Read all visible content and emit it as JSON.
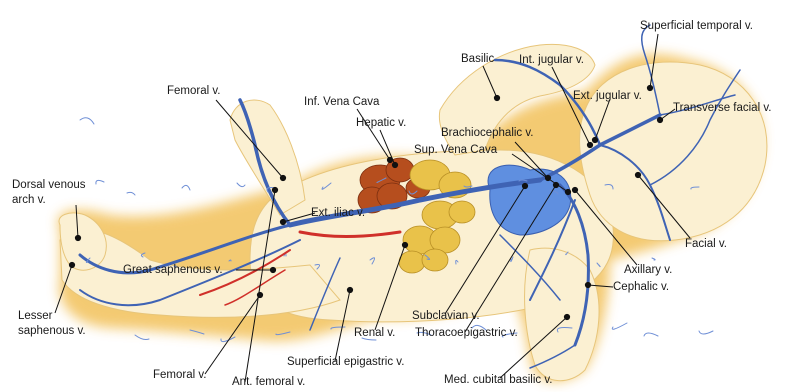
{
  "colors": {
    "vein": "#3f63b4",
    "vein_light": "#6f8fd6",
    "artery": "#d0302a",
    "body_fill": "#fbf0d2",
    "body_glow": "#f2c15a",
    "liver": "#b64e1e",
    "intestine": "#e9c24a",
    "heart": "#5f8fe0",
    "leader": "#111111"
  },
  "labels": {
    "superficial_temporal": "Superficial temporal v.",
    "basilic": "Basilic",
    "int_jugular": "Int. jugular v.",
    "ext_jugular": "Ext. jugular v.",
    "transverse_facial": "Transverse facial v.",
    "femoral_top": "Femoral v.",
    "inf_vena_cava": "Inf. Vena Cava",
    "hepatic": "Hepatic v.",
    "brachiocephalic": "Brachiocephalic v.",
    "sup_vena_cava": "Sup. Vena Cava",
    "dorsal_venous_arch_1": "Dorsal venous",
    "dorsal_venous_arch_2": "arch v.",
    "ext_iliac": "Ext. iliac v.",
    "facial": "Facial v.",
    "great_saphenous": "Great saphenous v.",
    "axillary": "Axillary v.",
    "cephalic": "Cephalic v.",
    "lesser_saphenous_1": "Lesser",
    "lesser_saphenous_2": "saphenous v.",
    "subclavian": "Subclavian v.",
    "renal": "Renal v.",
    "thoracoepigastric": "Thoracoepigastric v.",
    "superficial_epigastric": "Superficial epigastric v.",
    "femoral_bottom": "Femoral v.",
    "ant_femoral": "Ant. femoral v.",
    "med_cubital_basilic": "Med. cubital basilic v."
  }
}
